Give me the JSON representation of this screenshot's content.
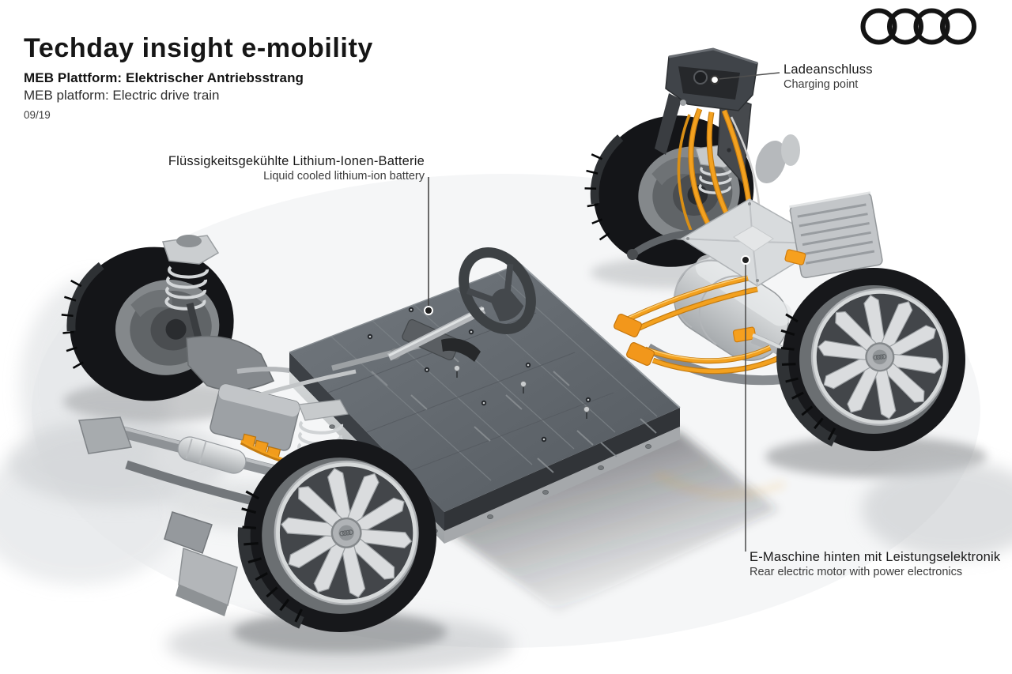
{
  "header": {
    "title": "Techday insight e-mobility",
    "subtitle_de": "MEB Plattform: Elektrischer Antriebsstrang",
    "subtitle_en": "MEB platform: Electric drive train",
    "date": "09/19"
  },
  "brand": {
    "logo_icon": "audi-four-rings-logo"
  },
  "callouts": {
    "charging_point": {
      "de": "Ladeanschluss",
      "en": "Charging point"
    },
    "battery": {
      "de": "Flüssigkeitsgekühlte Lithium-Ionen-Batterie",
      "en": "Liquid cooled lithium-ion battery"
    },
    "rear_motor": {
      "de": "E-Maschine hinten mit Leistungselektronik",
      "en": "Rear electric motor with power electronics"
    }
  },
  "illustration": {
    "description": "Audi MEB rolling chassis seen in three-quarter view: flat liquid-cooled lithium-ion battery pack between the axles, steering wheel and column, orange high-voltage cables, rear electric motor with power electronics and charging point above the rear axle",
    "parts": [
      "charging-point",
      "battery-pack",
      "steering-wheel",
      "rear-electric-motor",
      "power-electronics",
      "hv-cables",
      "wheels"
    ],
    "colors": {
      "background": "#FFFFFF",
      "hv_cable_orange": "#F3A11F",
      "battery_top_gray": "#61676D",
      "battery_side_gray": "#3C4045",
      "rail_silver": "#B9BCBE",
      "tire_black": "#17181B",
      "rim_silver": "#DADCDE",
      "leader_line": "#4A4A4A",
      "text_primary": "#1A1A1A",
      "text_secondary": "#3C3C3C"
    }
  }
}
